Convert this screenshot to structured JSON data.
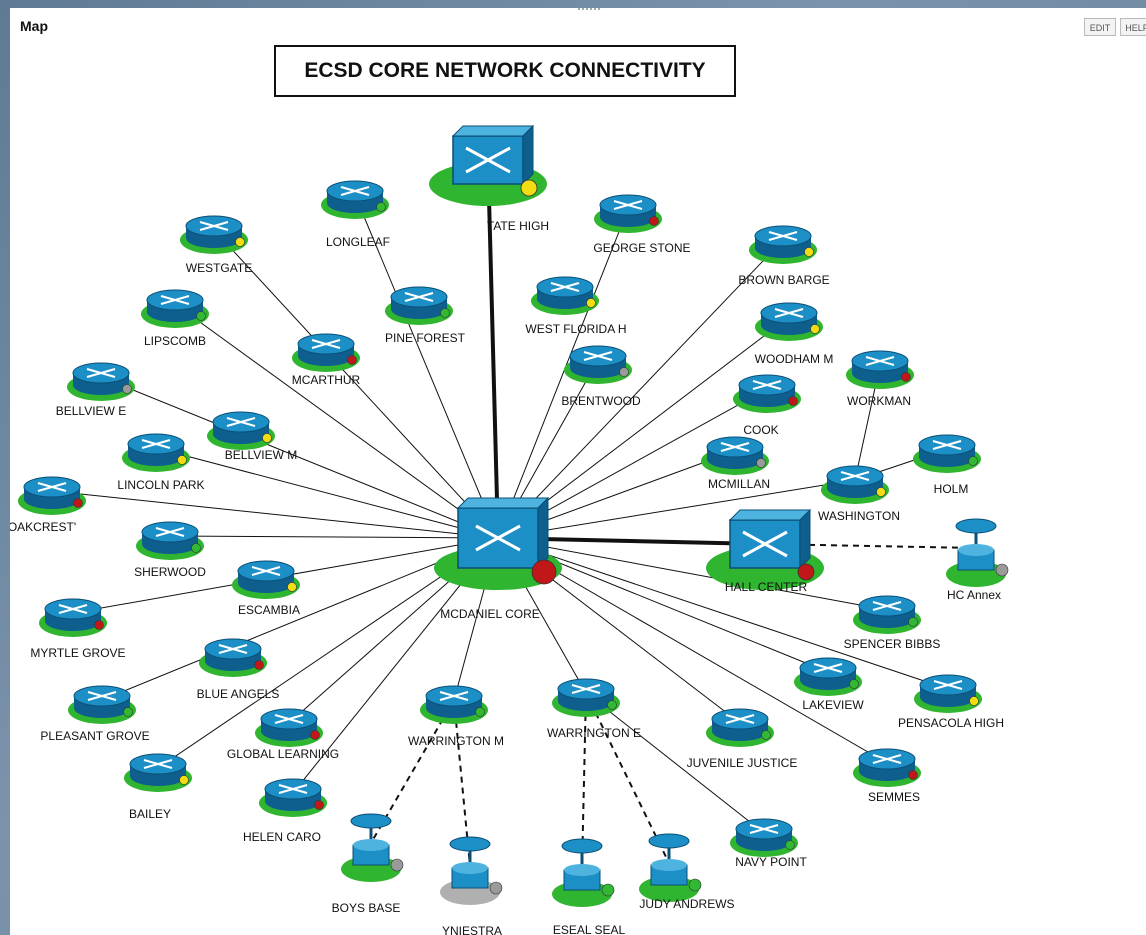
{
  "header": {
    "map_label": "Map",
    "edit_label": "EDIT",
    "help_label": "HELP"
  },
  "diagram": {
    "title": "ECSD CORE NETWORK CONNECTIVITY",
    "core": {
      "id": "mcdaniel",
      "label": "MCDANIEL CORE",
      "status": "red"
    },
    "nodes": [
      {
        "id": "tate",
        "label": "TATE HIGH",
        "type": "switch",
        "status": "yellow"
      },
      {
        "id": "longleaf",
        "label": "LONGLEAF",
        "type": "router",
        "status": "green"
      },
      {
        "id": "westgate",
        "label": "WESTGATE",
        "type": "router",
        "status": "yellow"
      },
      {
        "id": "pineforest",
        "label": "PINE FOREST",
        "type": "router",
        "status": "green"
      },
      {
        "id": "mcarthur",
        "label": "MCARTHUR",
        "type": "router",
        "status": "red"
      },
      {
        "id": "lipscomb",
        "label": "LIPSCOMB",
        "type": "router",
        "status": "green"
      },
      {
        "id": "bellviewe",
        "label": "BELLVIEW E",
        "type": "router",
        "status": "gray"
      },
      {
        "id": "bellviewm",
        "label": "BELLVIEW M",
        "type": "router",
        "status": "yellow"
      },
      {
        "id": "lincolnpark",
        "label": "LINCOLN PARK",
        "type": "router",
        "status": "yellow"
      },
      {
        "id": "oakcrest",
        "label": "OAKCREST'",
        "type": "router",
        "status": "red"
      },
      {
        "id": "sherwood",
        "label": "SHERWOOD",
        "type": "router",
        "status": "green"
      },
      {
        "id": "escambia",
        "label": "ESCAMBIA",
        "type": "router",
        "status": "yellow"
      },
      {
        "id": "myrtlegrove",
        "label": "MYRTLE GROVE",
        "type": "router",
        "status": "red"
      },
      {
        "id": "blueangels",
        "label": "BLUE ANGELS",
        "type": "router",
        "status": "red"
      },
      {
        "id": "pleasantgrove",
        "label": "PLEASANT GROVE",
        "type": "router",
        "status": "green"
      },
      {
        "id": "globallearning",
        "label": "GLOBAL LEARNING",
        "type": "router",
        "status": "red"
      },
      {
        "id": "bailey",
        "label": "BAILEY",
        "type": "router",
        "status": "yellow"
      },
      {
        "id": "helencaro",
        "label": "HELEN CARO",
        "type": "router",
        "status": "red"
      },
      {
        "id": "warringtonm",
        "label": "WARRINGTON M",
        "type": "router",
        "status": "green"
      },
      {
        "id": "warringtone",
        "label": "WARRINGTON E",
        "type": "router",
        "status": "green"
      },
      {
        "id": "georgestone",
        "label": "GEORGE STONE",
        "type": "router",
        "status": "red"
      },
      {
        "id": "westfloridah",
        "label": "WEST FLORIDA H",
        "type": "router",
        "status": "yellow"
      },
      {
        "id": "brentwood",
        "label": "BRENTWOOD",
        "type": "router",
        "status": "gray"
      },
      {
        "id": "brownbarge",
        "label": "BROWN BARGE",
        "type": "router",
        "status": "yellow"
      },
      {
        "id": "woodhamm",
        "label": "WOODHAM M",
        "type": "router",
        "status": "yellow"
      },
      {
        "id": "workman",
        "label": "WORKMAN",
        "type": "router",
        "status": "red"
      },
      {
        "id": "cook",
        "label": "COOK",
        "type": "router",
        "status": "red"
      },
      {
        "id": "mcmillan",
        "label": "MCMILLAN",
        "type": "router",
        "status": "gray"
      },
      {
        "id": "washington",
        "label": "WASHINGTON",
        "type": "router",
        "status": "yellow"
      },
      {
        "id": "holm",
        "label": "HOLM",
        "type": "router",
        "status": "green"
      },
      {
        "id": "hallcenter",
        "label": "HALL CENTER",
        "type": "switch",
        "status": "red"
      },
      {
        "id": "hcannex",
        "label": "HC Annex",
        "type": "wireless",
        "status": "gray"
      },
      {
        "id": "spencerbibbs",
        "label": "SPENCER BIBBS",
        "type": "router",
        "status": "green"
      },
      {
        "id": "lakeview",
        "label": "LAKEVIEW",
        "type": "router",
        "status": "green"
      },
      {
        "id": "pensacolahigh",
        "label": "PENSACOLA HIGH",
        "type": "router",
        "status": "yellow"
      },
      {
        "id": "juvenilejustice",
        "label": "JUVENILE JUSTICE",
        "type": "router",
        "status": "green"
      },
      {
        "id": "semmes",
        "label": "SEMMES",
        "type": "router",
        "status": "red"
      },
      {
        "id": "navypoint",
        "label": "NAVY POINT",
        "type": "router",
        "status": "green"
      },
      {
        "id": "boysbase",
        "label": "BOYS BASE",
        "type": "wireless",
        "status": "gray"
      },
      {
        "id": "yniestra",
        "label": "YNIESTRA",
        "type": "wireless",
        "status": "gray"
      },
      {
        "id": "esealseal",
        "label": "ESEAL SEAL",
        "type": "wireless",
        "status": "green"
      },
      {
        "id": "judyandrews",
        "label": "JUDY ANDREWS",
        "type": "wireless",
        "status": "green"
      }
    ],
    "links": [
      {
        "from": "mcdaniel",
        "to": "tate",
        "style": "thick"
      },
      {
        "from": "mcdaniel",
        "to": "hallcenter",
        "style": "thick"
      },
      {
        "from": "mcdaniel",
        "to": "longleaf",
        "style": "thin",
        "via": "pineforest"
      },
      {
        "from": "mcdaniel",
        "to": "westgate",
        "style": "thin",
        "via": "mcarthur"
      },
      {
        "from": "mcdaniel",
        "to": "lipscomb",
        "style": "thin"
      },
      {
        "from": "mcdaniel",
        "to": "bellviewe",
        "style": "thin",
        "via": "bellviewm"
      },
      {
        "from": "mcdaniel",
        "to": "lincolnpark",
        "style": "thin"
      },
      {
        "from": "mcdaniel",
        "to": "oakcrest",
        "style": "thin"
      },
      {
        "from": "mcdaniel",
        "to": "sherwood",
        "style": "thin"
      },
      {
        "from": "mcdaniel",
        "to": "myrtlegrove",
        "style": "thin",
        "via": "escambia"
      },
      {
        "from": "mcdaniel",
        "to": "pleasantgrove",
        "style": "thin",
        "via": "blueangels"
      },
      {
        "from": "mcdaniel",
        "to": "globallearning",
        "style": "thin"
      },
      {
        "from": "mcdaniel",
        "to": "bailey",
        "style": "thin"
      },
      {
        "from": "mcdaniel",
        "to": "helencaro",
        "style": "thin"
      },
      {
        "from": "mcdaniel",
        "to": "warringtonm",
        "style": "thin"
      },
      {
        "from": "mcdaniel",
        "to": "warringtone",
        "style": "thin"
      },
      {
        "from": "mcdaniel",
        "to": "georgestone",
        "style": "thin",
        "via": "westfloridah"
      },
      {
        "from": "mcdaniel",
        "to": "brentwood",
        "style": "thin"
      },
      {
        "from": "mcdaniel",
        "to": "brownbarge",
        "style": "thin"
      },
      {
        "from": "mcdaniel",
        "to": "woodhamm",
        "style": "thin"
      },
      {
        "from": "mcdaniel",
        "to": "cook",
        "style": "thin"
      },
      {
        "from": "mcdaniel",
        "to": "mcmillan",
        "style": "thin"
      },
      {
        "from": "mcdaniel",
        "to": "washington",
        "style": "thin"
      },
      {
        "from": "washington",
        "to": "workman",
        "style": "thin"
      },
      {
        "from": "washington",
        "to": "holm",
        "style": "thin"
      },
      {
        "from": "hallcenter",
        "to": "hcannex",
        "style": "dashed"
      },
      {
        "from": "mcdaniel",
        "to": "spencerbibbs",
        "style": "thin"
      },
      {
        "from": "mcdaniel",
        "to": "lakeview",
        "style": "thin"
      },
      {
        "from": "mcdaniel",
        "to": "pensacolahigh",
        "style": "thin"
      },
      {
        "from": "mcdaniel",
        "to": "juvenilejustice",
        "style": "thin"
      },
      {
        "from": "mcdaniel",
        "to": "semmes",
        "style": "thin"
      },
      {
        "from": "warringtone",
        "to": "navypoint",
        "style": "thin"
      },
      {
        "from": "warringtonm",
        "to": "boysbase",
        "style": "dashed"
      },
      {
        "from": "warringtonm",
        "to": "yniestra",
        "style": "dashed"
      },
      {
        "from": "warringtone",
        "to": "esealseal",
        "style": "dashed"
      },
      {
        "from": "warringtone",
        "to": "judyandrews",
        "style": "dashed"
      }
    ],
    "colors": {
      "device_blue": "#1d8fc7",
      "device_dark": "#0e5f8d",
      "base_green": "#2fb52f",
      "base_gray": "#b0b0b0",
      "status_red": "#c01818",
      "status_yellow": "#f2dc12",
      "status_green": "#32b832",
      "status_gray": "#9a9a9a"
    }
  }
}
